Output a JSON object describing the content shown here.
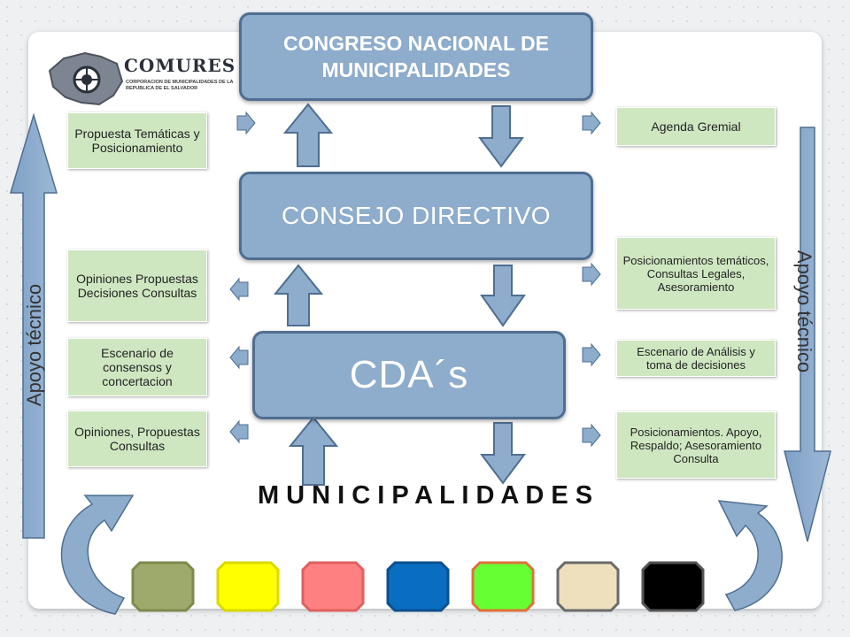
{
  "logo": {
    "title": "COMURES",
    "subtitle": "CORPORACION DE MUNICIPALIDADES DE LA REPUBLICA DE EL SALVADOR"
  },
  "main_boxes": {
    "congreso": "CONGRESO NACIONAL DE MUNICIPALIDADES",
    "consejo": "CONSEJO DIRECTIVO",
    "cdas": "CDA´s"
  },
  "left_boxes": [
    "Propuesta Temáticas y Posicionamiento",
    "Opiniones Propuestas Decisiones Consultas",
    "Escenario de consensos y concertacion",
    "Opiniones, Propuestas Consultas"
  ],
  "right_boxes": [
    "Agenda Gremial",
    "Posicionamientos temáticos, Consultas Legales, Asesoramiento",
    "Escenario de Análisis y toma de decisiones",
    "Posicionamientos. Apoyo, Respaldo; Asesoramiento Consulta"
  ],
  "side_labels": {
    "left": "Apoyo técnico",
    "right": "Apoyo técnico"
  },
  "bottom_label": "M U N I C I P A L I D A D E S",
  "colors": {
    "main_box_fill": "#8eaccb",
    "main_box_border": "#4f6e91",
    "side_box_fill": "#cfe7c1",
    "arrow_fill": "#8eaccb",
    "arrow_stroke": "#4f6e91"
  },
  "municipality_tiles": [
    {
      "fill": "#9eaa6b",
      "border": "#7c8a4e"
    },
    {
      "fill": "#ffff00",
      "border": "#d9d900"
    },
    {
      "fill": "#ff8080",
      "border": "#e06060"
    },
    {
      "fill": "#0a6ec0",
      "border": "#0b4f90"
    },
    {
      "fill": "#66ff33",
      "border": "#e0703a"
    },
    {
      "fill": "#eedfbd",
      "border": "#6a6a6a"
    },
    {
      "fill": "#000000",
      "border": "#555555"
    }
  ]
}
